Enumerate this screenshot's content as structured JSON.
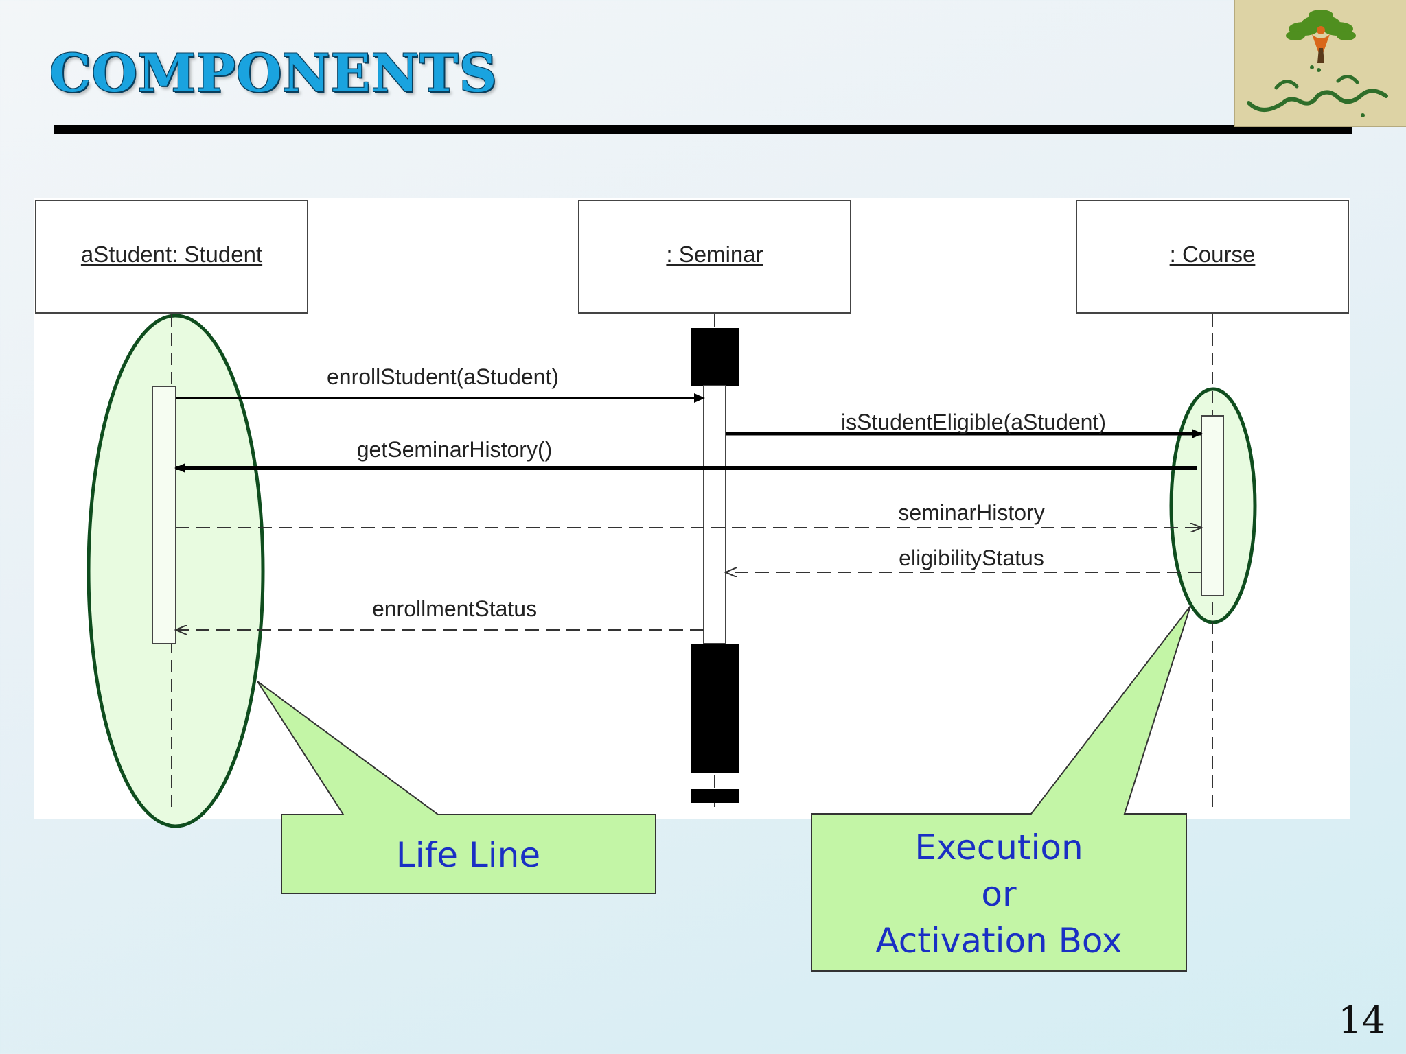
{
  "slide": {
    "title": "COMPONENTS",
    "page_number": "14",
    "logo_icon": "tree-logo-icon"
  },
  "participants": [
    {
      "label": "aStudent: Student"
    },
    {
      "label": ": Seminar"
    },
    {
      "label": ": Course"
    }
  ],
  "messages": [
    {
      "label": "enrollStudent(aStudent)",
      "from": "aStudent: Student",
      "to": ": Seminar",
      "kind": "sync"
    },
    {
      "label": "isStudentEligible(aStudent)",
      "from": ": Seminar",
      "to": ": Course",
      "kind": "sync"
    },
    {
      "label": "getSeminarHistory()",
      "from": ": Course",
      "to": "aStudent: Student",
      "kind": "sync"
    },
    {
      "label": "seminarHistory",
      "from": "aStudent: Student",
      "to": ": Course",
      "kind": "return"
    },
    {
      "label": "eligibilityStatus",
      "from": ": Course",
      "to": ": Seminar",
      "kind": "return"
    },
    {
      "label": "enrollmentStatus",
      "from": ": Seminar",
      "to": "aStudent: Student",
      "kind": "return"
    }
  ],
  "callouts": {
    "lifeline": "Life Line",
    "execution_line1": "Execution",
    "execution_line2": "or",
    "execution_line3": "Activation Box"
  },
  "colors": {
    "title": "#1aa3df",
    "callout_fill": "#c3f5a6",
    "callout_text": "#1a2fc4",
    "ellipse_stroke": "#0f4d1e",
    "ellipse_fill": "#e8fbe0"
  }
}
